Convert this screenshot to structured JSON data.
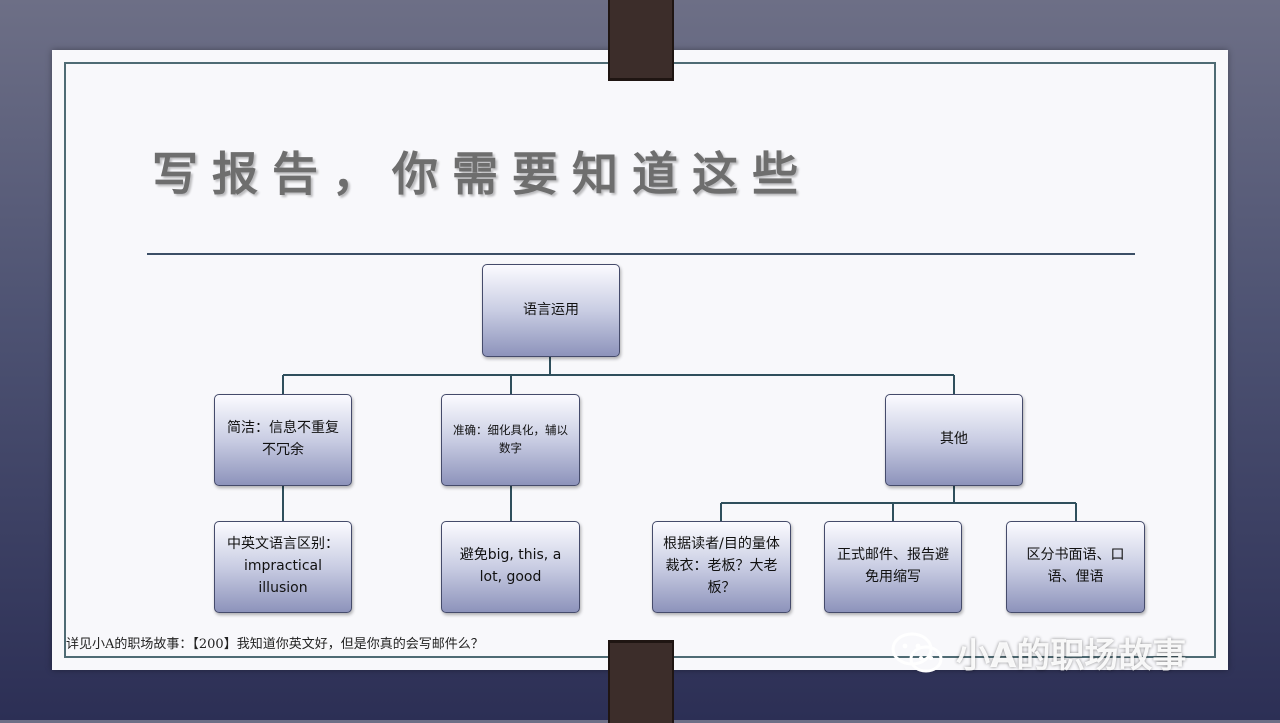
{
  "slide": {
    "title": "写报告，你需要知道这些",
    "footnote": "详见小A的职场故事：【200】我知道你英文好，但是你真的会写邮件么？",
    "watermark": "小A的职场故事"
  },
  "diagram": {
    "root": "语言运用",
    "branches": {
      "concise": "简洁：信息不重复不冗余",
      "accurate": "准确：细化具化，辅以数字",
      "other": "其他"
    },
    "leaves": {
      "concise_child": "中英文语言区别：impractical illusion",
      "accurate_child": "避免big, this, a lot, good",
      "other_child_1": "根据读者/目的量体裁衣：老板？大老板？",
      "other_child_2": "正式邮件、报告避免用缩写",
      "other_child_3": "区分书面语、口语、俚语"
    }
  },
  "colors": {
    "connector": "#2f4f5c",
    "box_border": "#454b6b",
    "frame": "#4f6b74"
  },
  "icons": [
    "wechat-icon"
  ]
}
